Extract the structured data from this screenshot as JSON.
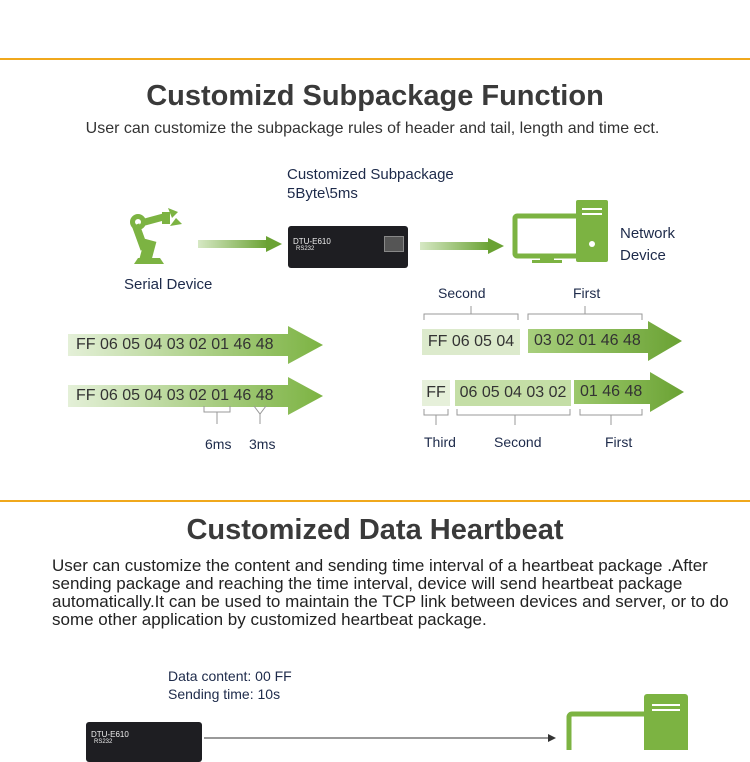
{
  "section1": {
    "title": "Customizd Subpackage Function",
    "subtitle": "User can customize the subpackage rules of header and tail, length and time ect.",
    "config_label_line1": "Customized Subpackage",
    "config_label_line2": "5Byte\\5ms",
    "serial_device_label": "Serial Device",
    "network_device_line1": "Network",
    "network_device_line2": "Device",
    "device_model": "DTU-E610",
    "device_model_sub": "RS232",
    "left_streams": [
      {
        "text": "FF 06 05 04 03 02 01 46 48"
      },
      {
        "text": "FF 06 05 04 03 02 01 46 48"
      }
    ],
    "timing_labels": [
      "6ms",
      "3ms"
    ],
    "right_row1": {
      "labels": [
        "Second",
        "First"
      ],
      "segments": [
        "FF 06 05 04",
        "03 02 01 46 48"
      ]
    },
    "right_row2": {
      "labels": [
        "Third",
        "Second",
        "First"
      ],
      "segments": [
        "FF",
        "06 05 04 03 02",
        "01 46 48"
      ]
    }
  },
  "section2": {
    "title": "Customized Data Heartbeat",
    "paragraph": "User can customize the content and sending time interval of a heartbeat package .After sending package and reaching the time interval, device will send heartbeat package automatically.It can be used to maintain the TCP link between devices and server, or to do some other application by customized heartbeat package.",
    "data_content": "Data content: 00 FF",
    "sending_time": "Sending time: 10s",
    "device_model": "DTU-E610",
    "device_model_sub": "RS232"
  },
  "colors": {
    "accent_line": "#f0a81c",
    "green": "#7cb342",
    "green_dark": "#6aa233",
    "green_light": "#d6e8c4",
    "navy": "#1d2a4a"
  }
}
